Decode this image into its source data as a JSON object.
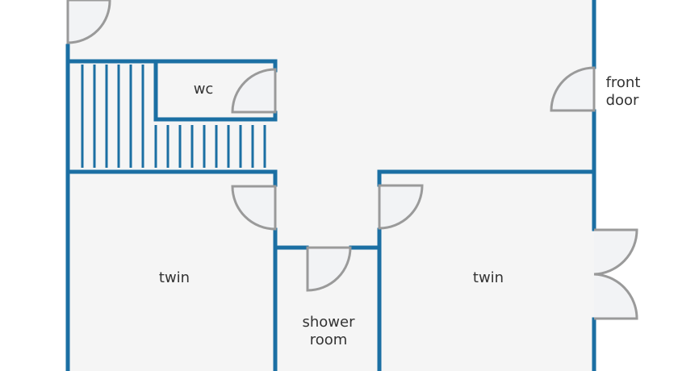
{
  "plan": {
    "rooms": {
      "wc": "wc",
      "front_door_line1": "front",
      "front_door_line2": "door",
      "twin_left": "twin",
      "shower_line1": "shower",
      "shower_line2": "room",
      "twin_right": "twin"
    },
    "colors": {
      "wall": "#1b6fa3",
      "door": "#9a9a9a",
      "floor": "#f5f5f5"
    }
  }
}
